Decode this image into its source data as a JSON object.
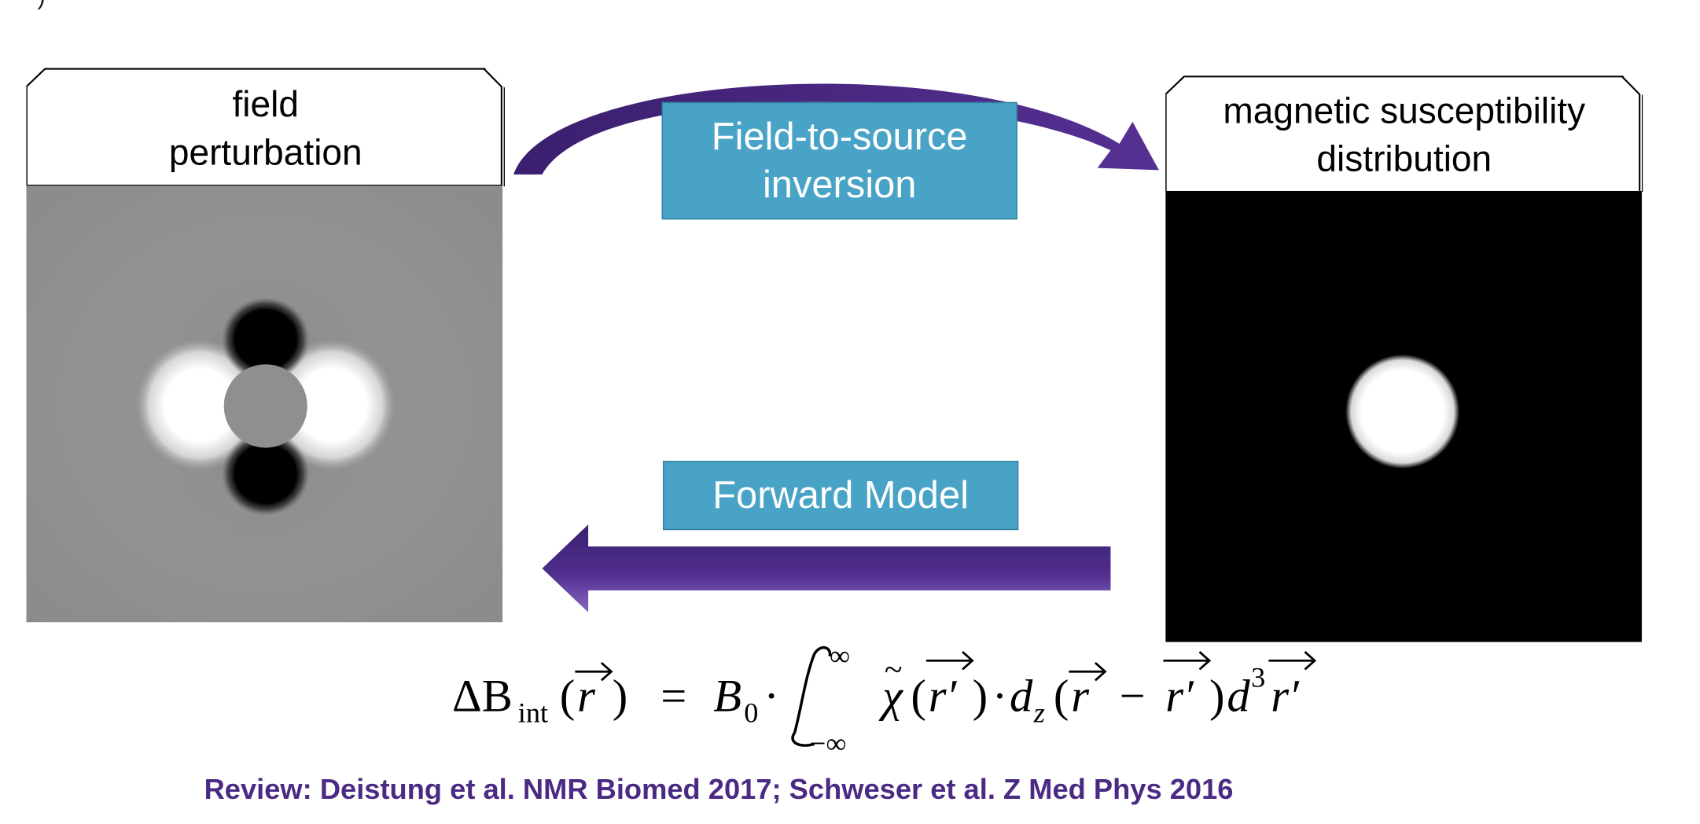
{
  "corner_label": ")",
  "left_panel": {
    "title_line1": "field",
    "title_line2": "perturbation"
  },
  "right_panel": {
    "title_line1": "magnetic susceptibility",
    "title_line2": "distribution"
  },
  "inversion_box": {
    "line1": "Field-to-source",
    "line2": "inversion"
  },
  "forward_box": {
    "label": "Forward Model"
  },
  "formula": {
    "lhs": "ΔB",
    "lhs_subscript": "int",
    "equals": "=",
    "b0": "B",
    "b0_subscript": "0",
    "integral_upper": "∞",
    "integral_lower": "−∞",
    "chi": "χ",
    "tilde": "~",
    "r": "r",
    "r_prime": "r′",
    "minus": "−",
    "dz": "d",
    "dz_subscript": "z",
    "d3": "d",
    "d3_superscript": "3"
  },
  "citation": "Review: Deistung et al. NMR Biomed 2017; Schweser et al. Z Med Phys 2016",
  "colors": {
    "accent_purple": "#4b2a84",
    "box_blue": "#48a3c6"
  }
}
